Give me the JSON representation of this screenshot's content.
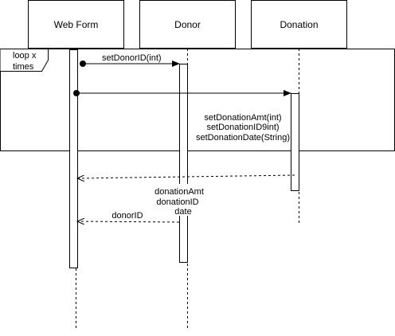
{
  "participants": [
    "Web Form",
    "Donor",
    "Donation"
  ],
  "fragment": {
    "label_line1": "loop x",
    "label_line2": "times"
  },
  "messages": {
    "set_donor_id": "setDonorID(int)",
    "set_donation_amt": "setDonationAmt(int)",
    "set_donation_id": "setDonationID9int)",
    "set_donation_date": "setDonationDate(String)",
    "return_donation_amt": "donationAmt",
    "return_donation_id": "donationID",
    "return_date": "date",
    "return_donor_id": "donorID"
  },
  "colors": {
    "stroke": "#000000",
    "background": "#ffffff"
  }
}
